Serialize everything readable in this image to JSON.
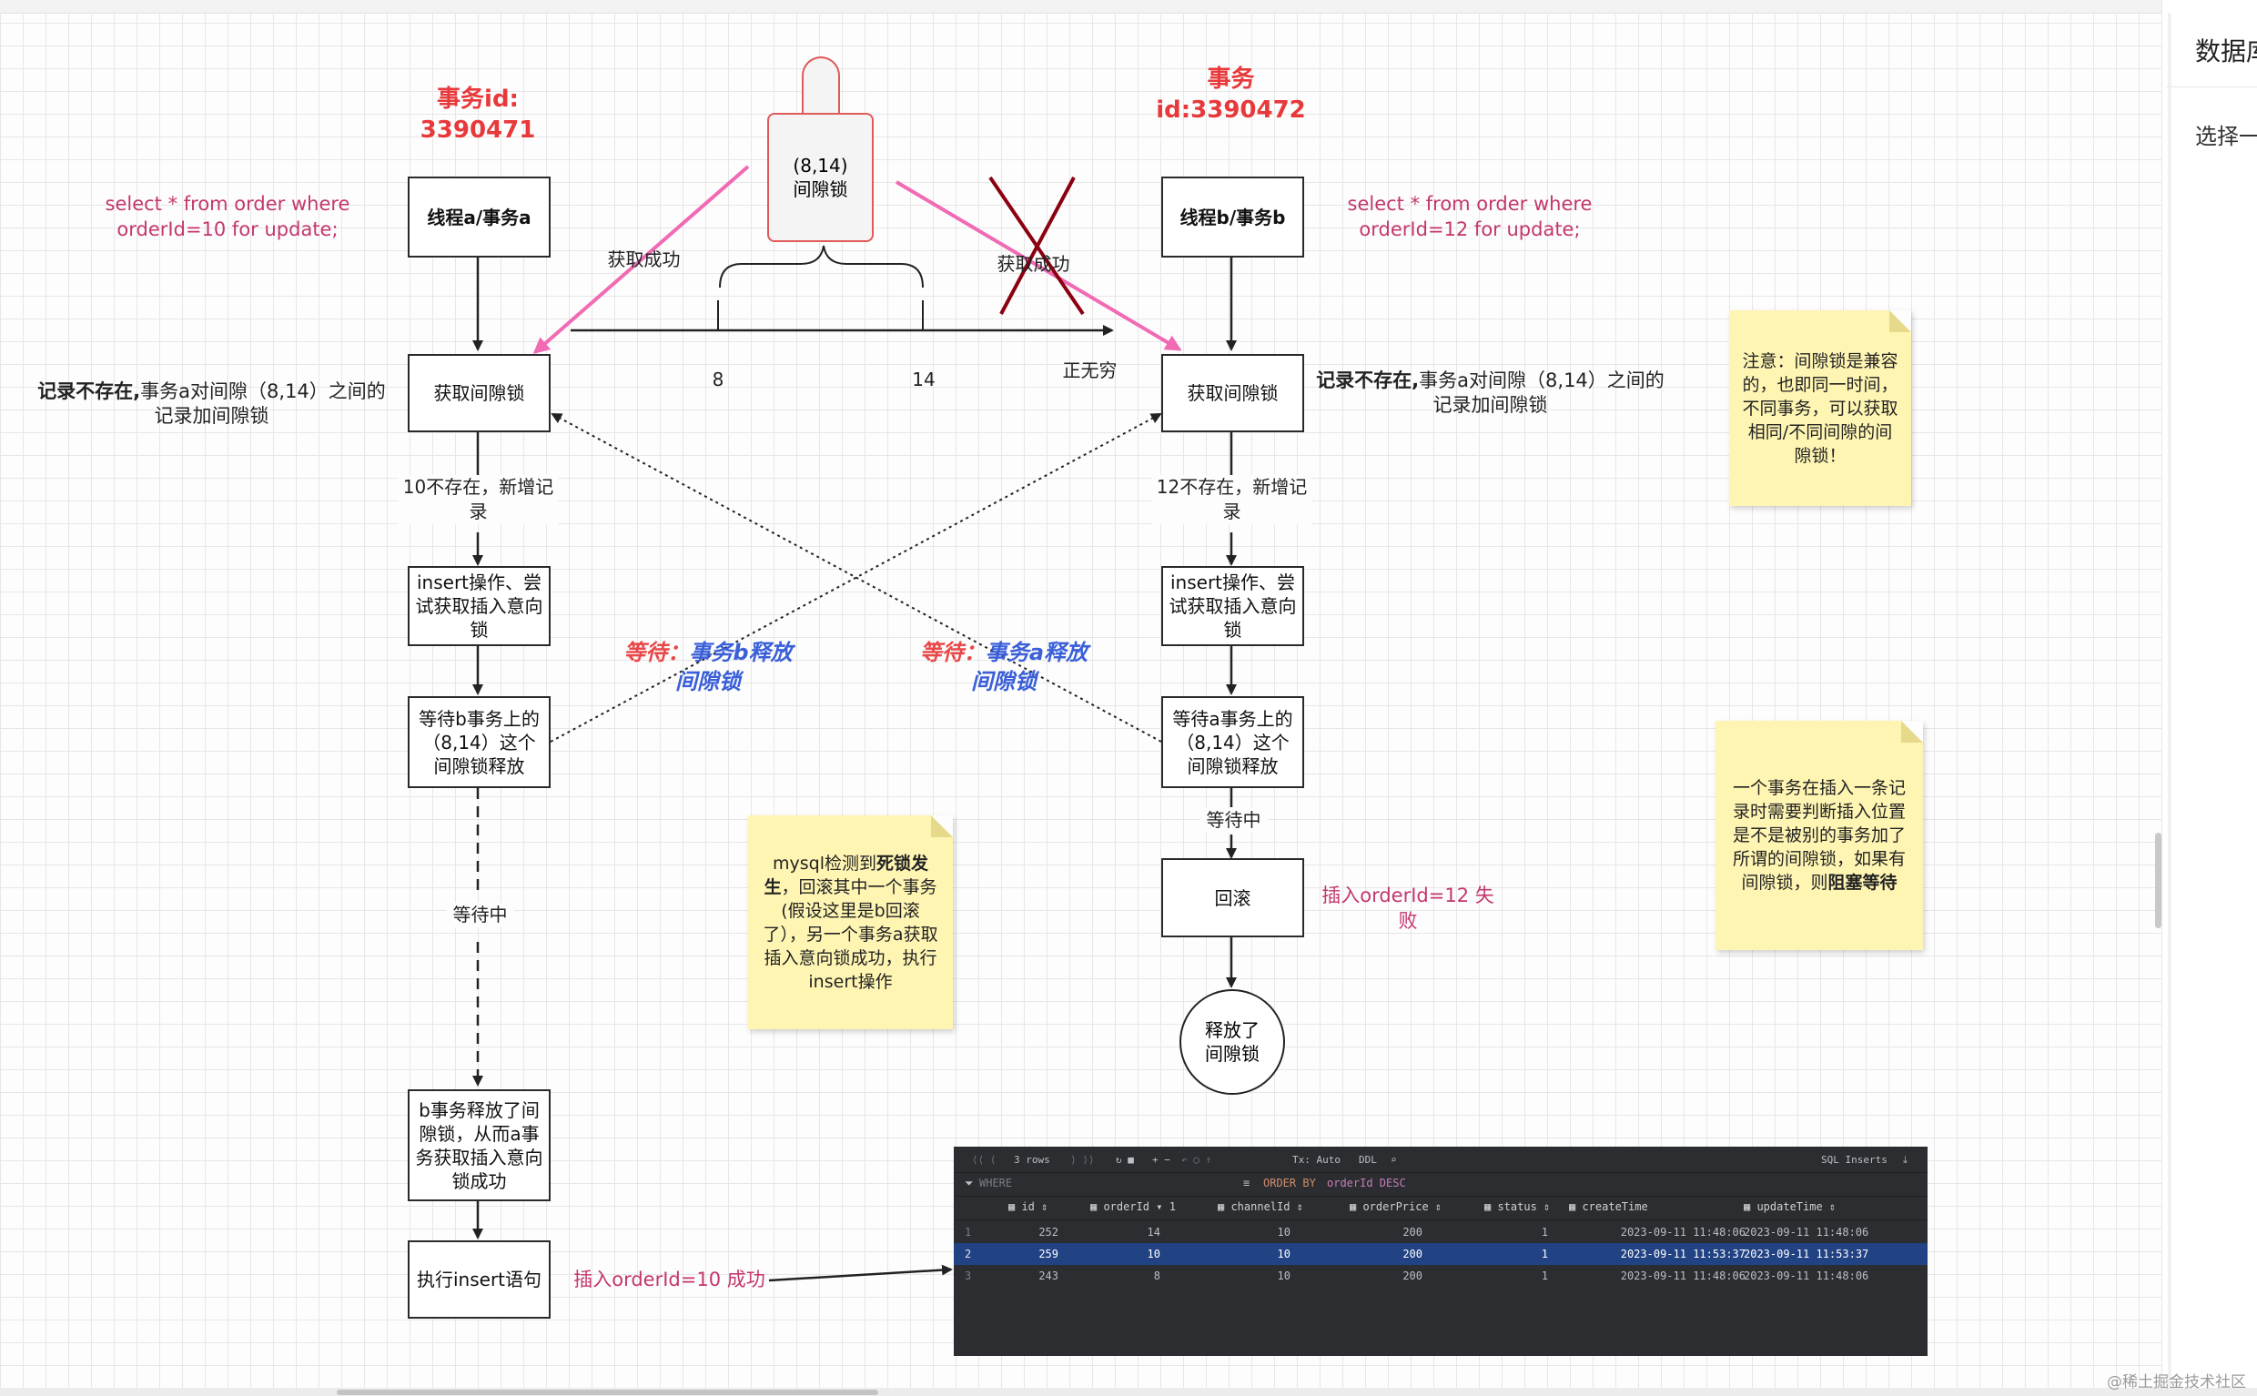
{
  "txn_a": {
    "title": "事务id: 3390471",
    "sql": "select * from order where orderId=10 for update;",
    "box_thread": "线程a/事务a",
    "box_gap": "获取间隙锁",
    "gap_note_bold": "记录不存在,",
    "gap_note_rest": "事务a对间隙（8,14）之间的记录加间隙锁",
    "step_not_exist": "10不存在，新增记录",
    "box_insert": "insert操作、尝试获取插入意向锁",
    "box_wait": "等待b事务上的（8,14）这个间隙锁释放",
    "waiting": "等待中",
    "box_release": "b事务释放了间隙锁，从而a事务获取插入意向锁成功",
    "box_exec": "执行insert语句",
    "result": "插入orderId=10 成功"
  },
  "txn_b": {
    "title": "事务id:3390472",
    "sql": "select * from order where orderId=12 for update;",
    "box_thread": "线程b/事务b",
    "box_gap": "获取间隙锁",
    "gap_note_bold": "记录不存在,",
    "gap_note_rest": "事务a对间隙（8,14）之间的记录加间隙锁",
    "step_not_exist": "12不存在，新增记录",
    "box_insert": "insert操作、尝试获取插入意向锁",
    "box_wait": "等待a事务上的（8,14）这个间隙锁释放",
    "waiting": "等待中",
    "box_rollback": "回滚",
    "rollback_note": "插入orderId=12 失败",
    "release": "释放了间隙锁"
  },
  "lock": {
    "label": "(8,14) 间隙锁",
    "acquired_a": "获取成功",
    "acquired_b": "获取成功"
  },
  "axis": {
    "tick_8": "8",
    "tick_14": "14",
    "infinity": "正无穷"
  },
  "wait_a": {
    "key": "等待：",
    "value": "事务b释放间隙锁"
  },
  "wait_b": {
    "key": "等待：",
    "value": "事务a释放间隙锁"
  },
  "notes": {
    "deadlock_pre": "mysql检测到",
    "deadlock_bold": "死锁发生",
    "deadlock_post": "，回滚其中一个事务(假设这里是b回滚了），另一个事务a获取插入意向锁成功，执行insert操作",
    "compat": "注意：间隙锁是兼容的，也即同一时间，不同事务，可以获取相同/不同间隙的间隙锁！",
    "insert_pre": "一个事务在插入一条记录时需要判断插入位置是不是被别的事务加了所谓的间隙锁，如果有间隙锁，则",
    "insert_bold": "阻塞等待"
  },
  "db": {
    "rows_label": "3 rows",
    "tx_label": "Tx: Auto",
    "ddl_label": "DDL",
    "sql_inserts": "SQL Inserts",
    "where_label": "WHERE",
    "order_by_kw": "ORDER BY",
    "order_by_val": "orderId DESC",
    "columns": [
      "id",
      "orderId",
      "channelId",
      "orderPrice",
      "status",
      "createTime",
      "updateTime"
    ],
    "rows": [
      [
        "1",
        "252",
        "14",
        "10",
        "200",
        "1",
        "2023-09-11 11:48:06",
        "2023-09-11 11:48:06"
      ],
      [
        "2",
        "259",
        "10",
        "10",
        "200",
        "1",
        "2023-09-11 11:53:37",
        "2023-09-11 11:53:37"
      ],
      [
        "3",
        "243",
        "8",
        "10",
        "200",
        "1",
        "2023-09-11 11:48:06",
        "2023-09-11 11:48:06"
      ]
    ],
    "selected_row": 1
  },
  "right_panel": {
    "title": "数据库",
    "subtitle": "选择一"
  },
  "watermark": "@稀土掘金技术社区",
  "colors": {
    "pink_arrow": "#f06ab4",
    "cross": "#8b0010",
    "title_red": "#e8383a",
    "note_bg": "#fff5b3",
    "wait_blue": "#3a5fd8"
  }
}
